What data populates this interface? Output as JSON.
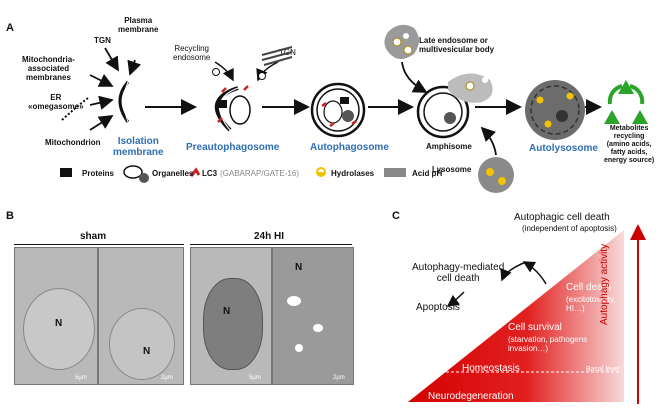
{
  "panel_a": {
    "letter": "A",
    "tgn_left": "TGN",
    "plasma_membrane": "Plasma\nmembrane",
    "mito_membranes": "Mitochondria-\nassociated\nmembranes",
    "er_omegasome": "ER\n«omegasome»",
    "mitochondrion": "Mitochondrion",
    "isolation_membrane": "Isolation\nmembrane",
    "recycling_endosome": "Recycling\nendosome",
    "tgn_right": "TGN",
    "preautophagosome": "Preautophagosome",
    "autophagosome": "Autophagosome",
    "late_endosome": "Late endosome or\nmultivesicular body",
    "amphisome": "Amphisome",
    "lysosome": "Lysosome",
    "autolysosome": "Autolysosome",
    "metabolites": "Metabolites\nrecycling\n(amino acids,\nfatty acids,\nenergy source)",
    "legend": {
      "proteins": "Proteins",
      "organelles": "Organelles",
      "lc3": "LC3",
      "lc3_alt": "(GABARAP/GATE-16)",
      "hydrolases": "Hydrolases",
      "acid_ph": "Acid pH"
    }
  },
  "panel_b": {
    "letter": "B",
    "sham": "sham",
    "hi": "24h HI",
    "n": "N",
    "scale_5um": "5µm",
    "scale_2um": "2µm"
  },
  "panel_c": {
    "letter": "C",
    "autophagic_cell_death": "Autophagic cell death",
    "independent": "(independent of apoptosis)",
    "autophagy_mediated": "Autophagy-mediated\ncell death",
    "apoptosis": "Apoptosis",
    "cell_death": "Cell death",
    "cell_death_sub": "(excitotoxicity,\nHI…)",
    "cell_survival": "Cell survival",
    "cell_survival_sub": "(starvation, pathogens\ninvasion…)",
    "homeostasis": "Homeostasis",
    "basal_level": "Basal level",
    "neurodegeneration": "Neurodegeneration",
    "autophagy_activity": "Autophagy activity"
  },
  "colors": {
    "blue_label": "#2f6fb3",
    "triangle_dark": "#d40000",
    "triangle_light": "#ffffff",
    "recycle_green": "#2aa52a"
  }
}
